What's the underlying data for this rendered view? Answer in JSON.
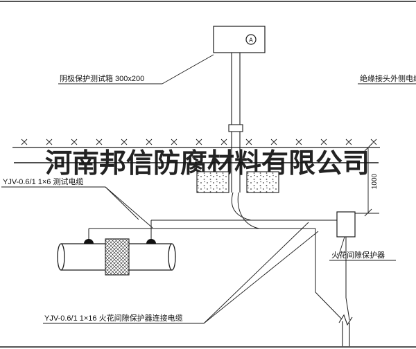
{
  "watermark": {
    "text": "河南邦信防腐材料有限公司",
    "color": "#141414"
  },
  "labels": {
    "test_box": "阴极保护测试箱 300x200",
    "outer_cable": "绝缘接头外侧电缆",
    "test_cable": "YJV-0.6/1 1×6  测试电缆",
    "dimension": "1000",
    "spark_gap": "火花间隙保护器",
    "connect_cable": "YJV-0.6/1 1×16  火花间隙保护器连接电缆",
    "meter": "A"
  },
  "colors": {
    "line": "#1a1a1a",
    "background": "#ffffff"
  }
}
